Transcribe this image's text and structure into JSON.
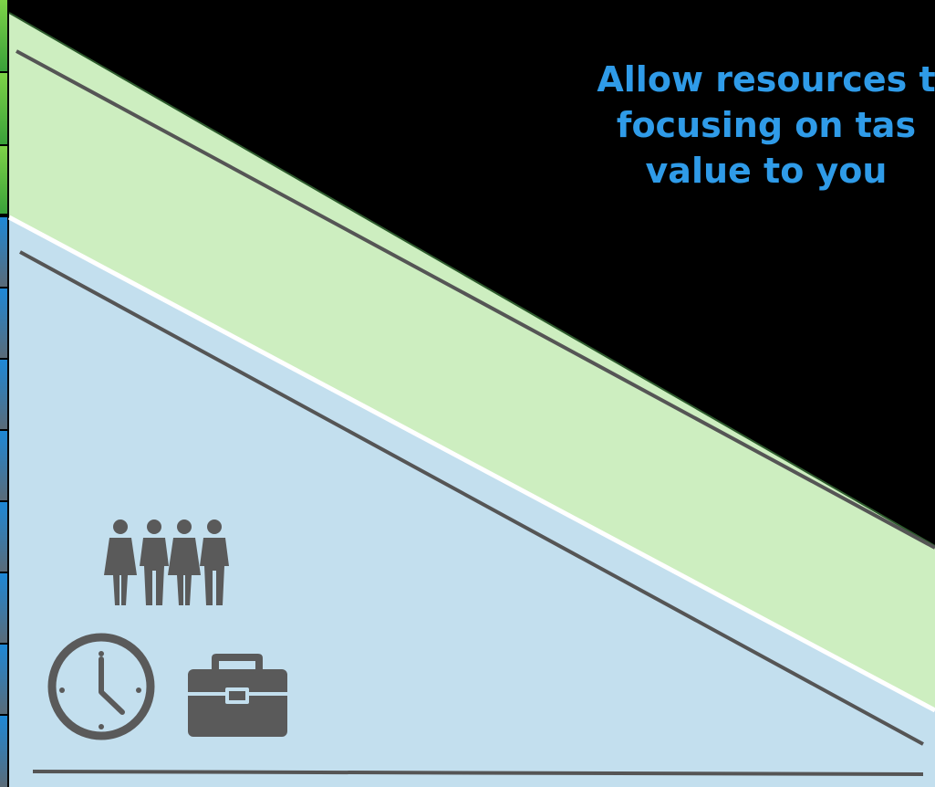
{
  "callout": {
    "lines": [
      "Allow resources t",
      "focusing on tas",
      "value to you"
    ]
  },
  "colors": {
    "background": "#000000",
    "upper_band": "#cdeec0",
    "lower_band": "#c3dfee",
    "callout_text": "#2f9be8",
    "lines": "#555555",
    "icons": "#5a5a5a",
    "strip_green": "#7ed348",
    "strip_blue": "#1e88d6"
  },
  "icons": [
    "people-group-icon",
    "clock-icon",
    "briefcase-icon"
  ]
}
